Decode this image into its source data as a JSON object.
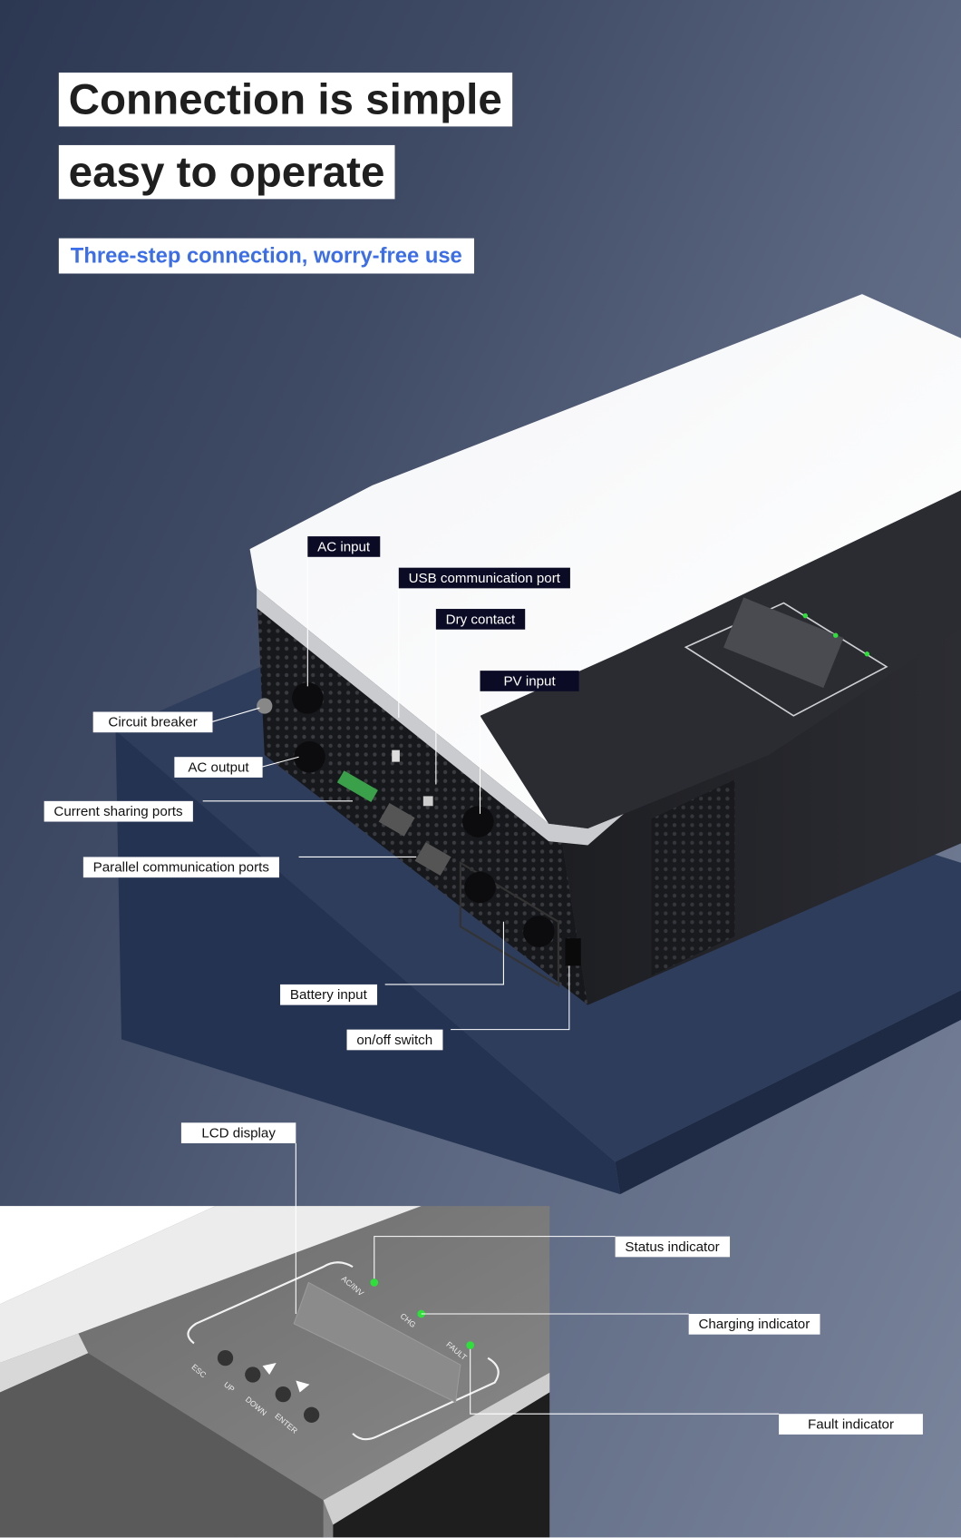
{
  "header": {
    "title_line1": "Connection is simple",
    "title_line2": "easy to operate",
    "subtitle": "Three-step connection, worry-free use"
  },
  "colors": {
    "subtitle": "#3c6ee8",
    "label_dark_bg": "#0b0b26",
    "led": "#2ee03a"
  },
  "callouts": {
    "ac_input": "AC input",
    "usb_port": "USB communication port",
    "dry_contact": "Dry contact",
    "pv_input": "PV input",
    "circuit_breaker": "Circuit breaker",
    "ac_output": "AC output",
    "current_sharing": "Current sharing ports",
    "parallel_comm": "Parallel communication ports",
    "battery_input": "Battery input",
    "onoff_switch": "on/off switch",
    "lcd_display": "LCD display",
    "status_indicator": "Status indicator",
    "charging_indicator": "Charging indicator",
    "fault_indicator": "Fault indicator"
  },
  "panel": {
    "esc": "ESC",
    "up": "UP",
    "down": "DOWN",
    "enter": "ENTER",
    "acinv": "AC/INV",
    "chg": "CHG",
    "fault": "FAULT"
  }
}
